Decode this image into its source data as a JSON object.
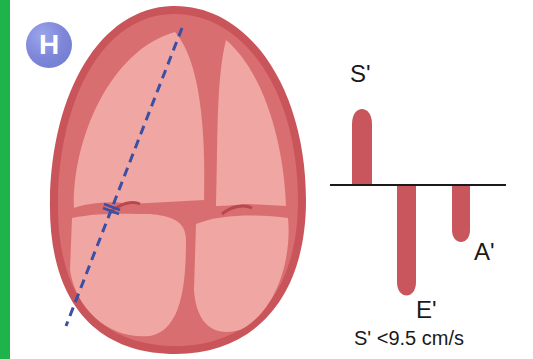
{
  "diagram": {
    "nodes": [
      {
        "text": [
          "H"
        ]
      }
    ],
    "labels": [
      "S'",
      "E'",
      "A'",
      "S' <9.5 cm/s"
    ]
  }
}
